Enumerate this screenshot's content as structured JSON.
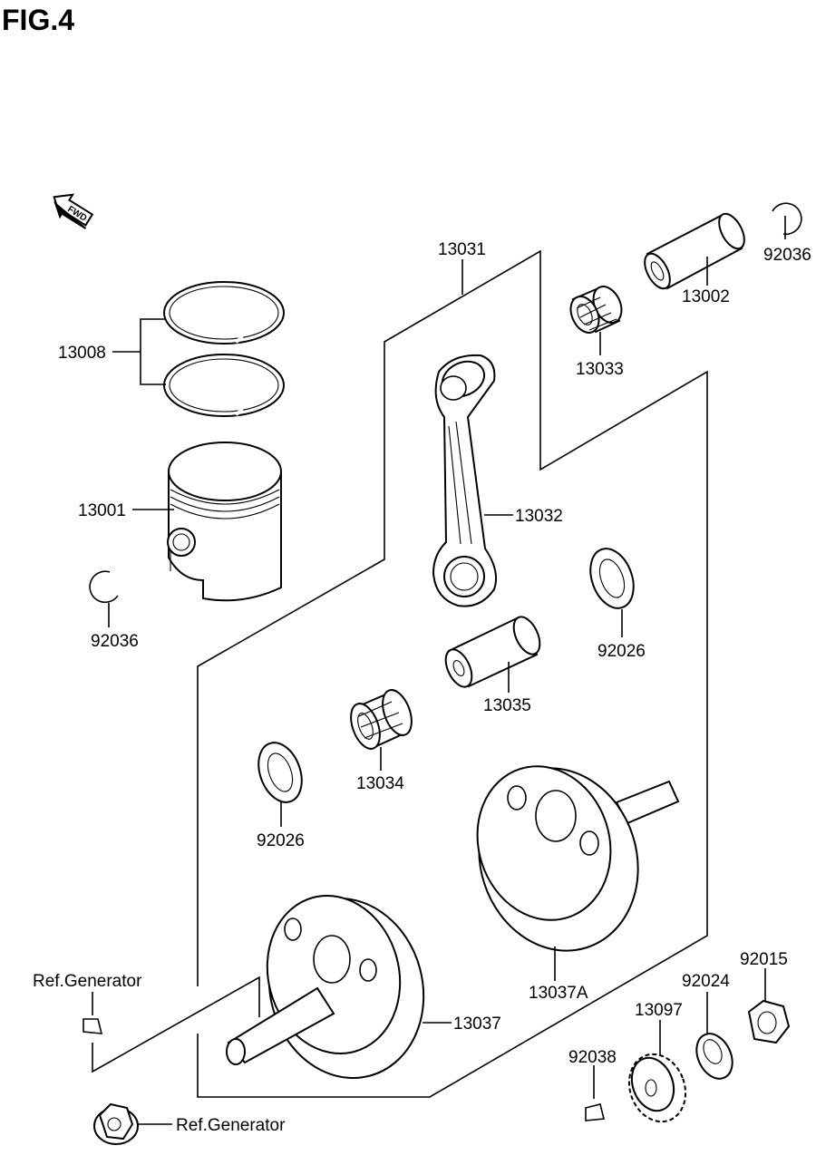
{
  "title": "FIG.4",
  "fwd_mark": "FWD",
  "labels": {
    "p13031": "13031",
    "p92036_top": "92036",
    "p13002": "13002",
    "p13033": "13033",
    "p13008": "13008",
    "p13001": "13001",
    "p13032": "13032",
    "p92036_left": "92036",
    "p92026_right": "92026",
    "p13035": "13035",
    "p13034": "13034",
    "p92026_left": "92026",
    "p13037A": "13037A",
    "p13037": "13037",
    "ref_generator_top": "Ref.Generator",
    "ref_generator_bottom": "Ref.Generator",
    "p92015": "92015",
    "p92024": "92024",
    "p13097": "13097",
    "p92038": "92038"
  }
}
